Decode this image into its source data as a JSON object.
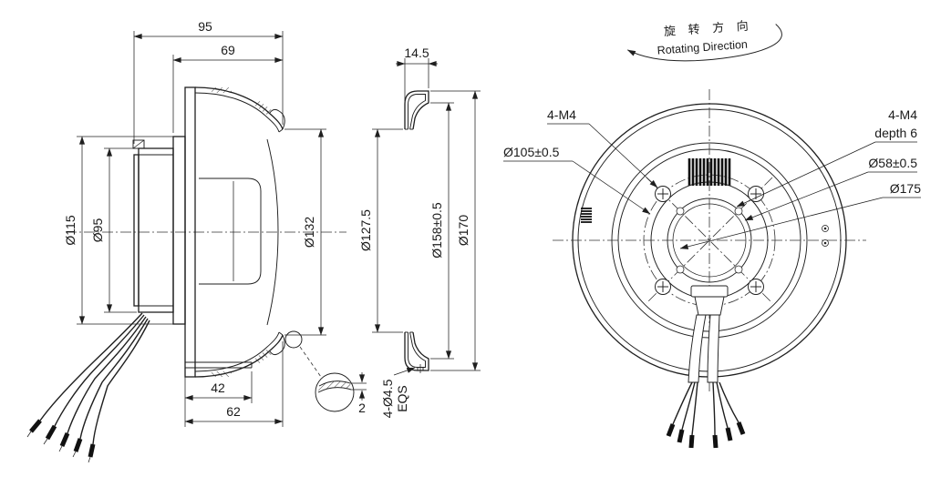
{
  "title": "centrifugal-fan-technical-drawing",
  "side_view": {
    "dim_width_total": "95",
    "dim_width_housing": "69",
    "dim_motor_flange": "Ø115",
    "dim_motor_body": "Ø95",
    "dim_inlet": "Ø132",
    "dim_foot": "42",
    "dim_base": "62",
    "dim_sheet": "2"
  },
  "flange_view": {
    "dim_depth": "14.5",
    "dim_inner": "Ø127.5",
    "dim_bolt_circle": "Ø158±0.5",
    "dim_outer": "Ø170",
    "holes_label_line1": "4-Ø4.5",
    "holes_label_line2": "EQS"
  },
  "front_view": {
    "rotating_direction_cn": "旋 转 方 向",
    "rotating_direction_en": "Rotating Direction",
    "label_mount_holes": "4-M4",
    "label_bolt_circle": "Ø105±0.5",
    "label_tapped_holes": "4-M4",
    "label_tapped_depth": "depth 6",
    "label_hub": "Ø58±0.5",
    "label_face": "Ø175"
  },
  "colors": {
    "line": "#1f1f1f",
    "background": "#ffffff"
  }
}
